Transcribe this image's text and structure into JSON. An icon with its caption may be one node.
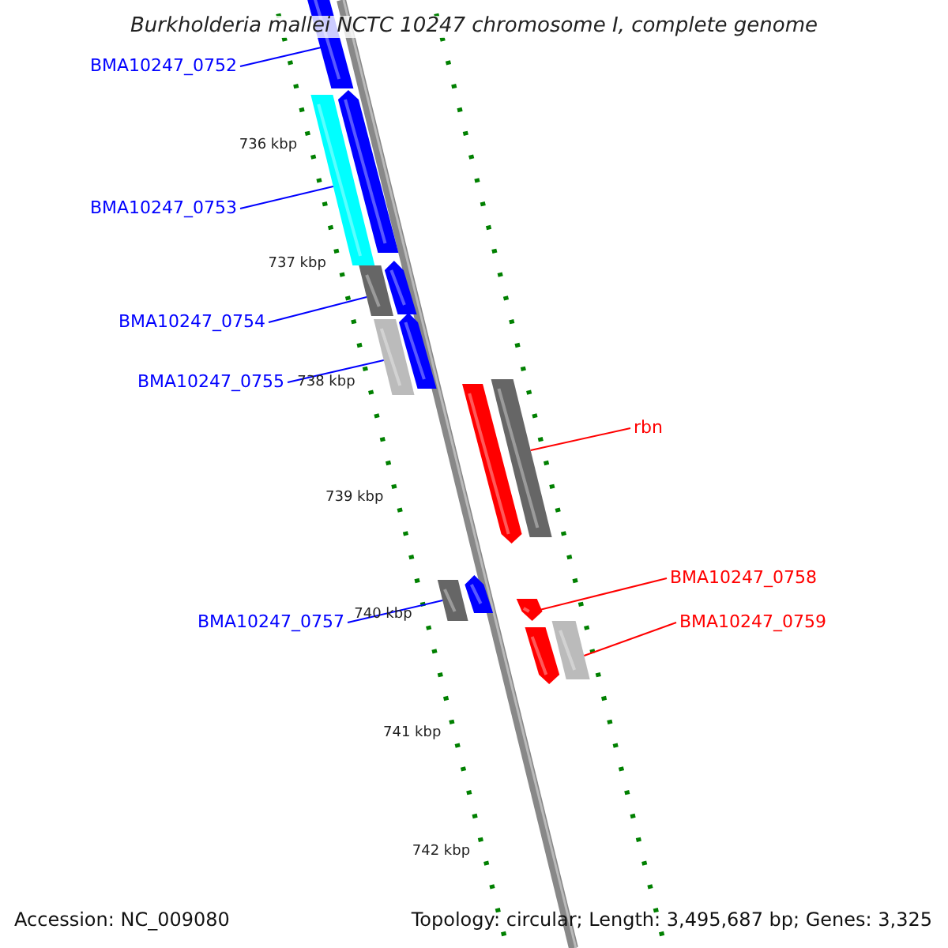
{
  "diagram": {
    "title": "Burkholderia mallei NCTC 10247 chromosome I, complete genome",
    "nodes": [
      {
        "text": [
          "BMA10247_0752"
        ]
      },
      {
        "text": [],
        "shape": "arrow"
      },
      {
        "text": [
          "BMA10247_0753"
        ]
      },
      {
        "text": [],
        "shape": "bar"
      },
      {
        "text": [],
        "shape": "arrow"
      },
      {
        "text": [
          "BMA10247_0754"
        ]
      },
      {
        "text": [],
        "shape": "bar"
      },
      {
        "text": [],
        "shape": "arrow"
      },
      {
        "text": [
          "BMA10247_0755"
        ]
      },
      {
        "text": [],
        "shape": "bar"
      },
      {
        "text": [],
        "shape": "arrow"
      },
      {
        "text": [
          "rbn"
        ]
      },
      {
        "text": [],
        "shape": "arrow"
      },
      {
        "text": [],
        "shape": "bar"
      },
      {
        "text": [
          "BMA10247_0757"
        ]
      },
      {
        "text": [],
        "shape": "bar"
      },
      {
        "text": [],
        "shape": "arrow"
      },
      {
        "text": [
          "BMA10247_0758"
        ]
      },
      {
        "text": [],
        "shape": "arrow"
      },
      {
        "text": [
          "BMA10247_0759"
        ]
      },
      {
        "text": [],
        "shape": "arrow"
      },
      {
        "text": [],
        "shape": "bar"
      }
    ],
    "edges": [
      {
        "from": 0,
        "to": 1,
        "arrow": "none"
      },
      {
        "from": 2,
        "to": 3,
        "arrow": "none"
      },
      {
        "from": 5,
        "to": 6,
        "arrow": "none"
      },
      {
        "from": 8,
        "to": 9,
        "arrow": "none"
      },
      {
        "from": 11,
        "to": 13,
        "arrow": "none",
        "color": "#ff0000"
      },
      {
        "from": 14,
        "to": 15,
        "arrow": "none"
      },
      {
        "from": 17,
        "to": 18,
        "arrow": "none",
        "color": "#ff0000"
      },
      {
        "from": 19,
        "to": 21,
        "arrow": "none",
        "color": "#ff0000"
      }
    ],
    "labels": [
      "736 kbp",
      "737 kbp",
      "738 kbp",
      "739 kbp",
      "740 kbp",
      "741 kbp",
      "742 kbp",
      "Accession: NC_009080",
      "Topology: circular; Length: 3,495,687 bp; Genes: 3,325"
    ]
  }
}
